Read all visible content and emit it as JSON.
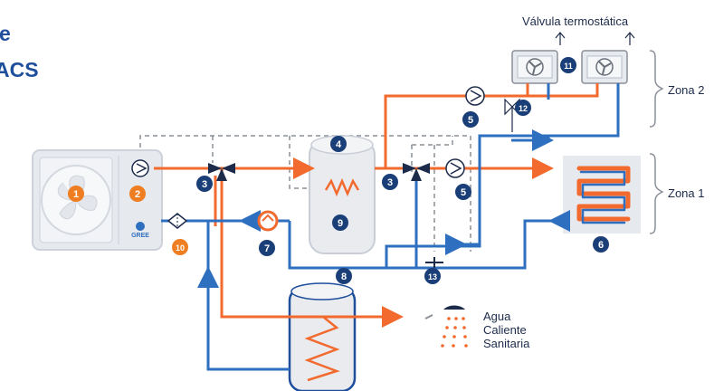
{
  "title": {
    "line1": "e",
    "line2": "ACS"
  },
  "labels": {
    "valve": "Válvula termostática",
    "zone2": "Zona 2",
    "zone1": "Zona 1",
    "dhw": [
      "Agua",
      "Caliente",
      "Sanitaria"
    ],
    "brand": "GREE"
  },
  "markers": {
    "m1": "1",
    "m2": "2",
    "m3a": "3",
    "m3b": "3",
    "m4": "4",
    "m5a": "5",
    "m5b": "5",
    "m6": "6",
    "m7": "7",
    "m8": "8",
    "m9": "9",
    "m10": "10",
    "m11": "11",
    "m12": "12",
    "m13": "13"
  },
  "colors": {
    "hot": "#f26a2e",
    "cold": "#2f6fbf",
    "navy": "#1a3e78",
    "orange_marker": "#ef7d22",
    "unit": "#e6e9ee",
    "dashed": "#8a8f98"
  }
}
